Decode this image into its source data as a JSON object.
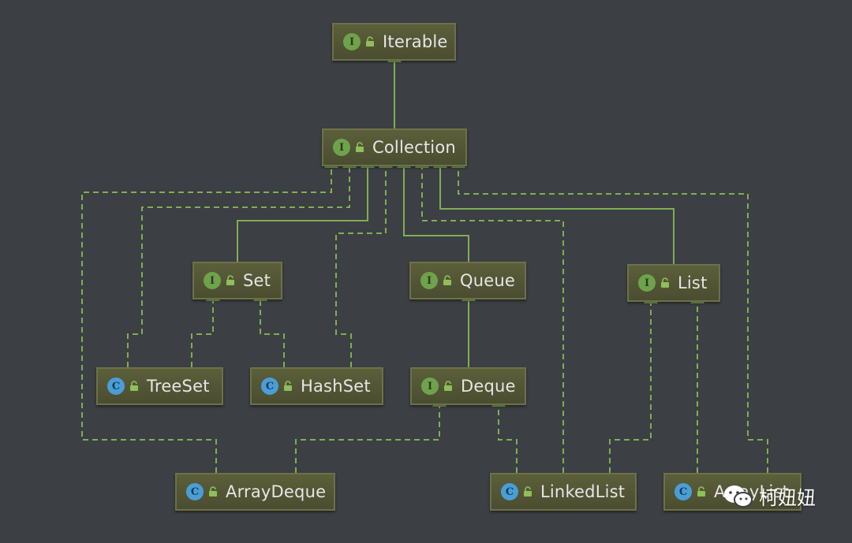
{
  "nodes": {
    "iterable": {
      "label": "Iterable",
      "badge": "I",
      "kind": "interface"
    },
    "collection": {
      "label": "Collection",
      "badge": "I",
      "kind": "interface"
    },
    "set": {
      "label": "Set",
      "badge": "I",
      "kind": "interface"
    },
    "queue": {
      "label": "Queue",
      "badge": "I",
      "kind": "interface"
    },
    "list": {
      "label": "List",
      "badge": "I",
      "kind": "interface"
    },
    "treeset": {
      "label": "TreeSet",
      "badge": "C",
      "kind": "class"
    },
    "hashset": {
      "label": "HashSet",
      "badge": "C",
      "kind": "class"
    },
    "deque": {
      "label": "Deque",
      "badge": "I",
      "kind": "interface"
    },
    "arraydeque": {
      "label": "ArrayDeque",
      "badge": "C",
      "kind": "class"
    },
    "linkedlist": {
      "label": "LinkedList",
      "badge": "C",
      "kind": "class"
    },
    "arraylist": {
      "label": "ArrayList",
      "badge": "C",
      "kind": "class"
    }
  },
  "edges": [
    {
      "from": "collection",
      "to": "iterable",
      "style": "extends"
    },
    {
      "from": "set",
      "to": "collection",
      "style": "extends"
    },
    {
      "from": "queue",
      "to": "collection",
      "style": "extends"
    },
    {
      "from": "list",
      "to": "collection",
      "style": "extends"
    },
    {
      "from": "deque",
      "to": "queue",
      "style": "extends"
    },
    {
      "from": "treeset",
      "to": "set",
      "style": "implements"
    },
    {
      "from": "hashset",
      "to": "set",
      "style": "implements"
    },
    {
      "from": "treeset",
      "to": "collection",
      "style": "implements"
    },
    {
      "from": "hashset",
      "to": "collection",
      "style": "implements"
    },
    {
      "from": "arraydeque",
      "to": "collection",
      "style": "implements"
    },
    {
      "from": "arraydeque",
      "to": "deque",
      "style": "implements"
    },
    {
      "from": "linkedlist",
      "to": "deque",
      "style": "implements"
    },
    {
      "from": "linkedlist",
      "to": "list",
      "style": "implements"
    },
    {
      "from": "linkedlist",
      "to": "collection",
      "style": "implements"
    },
    {
      "from": "arraylist",
      "to": "list",
      "style": "implements"
    },
    {
      "from": "arraylist",
      "to": "collection",
      "style": "implements"
    }
  ],
  "colors": {
    "background": "#3c3f43",
    "edge": "#7fae55",
    "interface_badge": "#6ea34b",
    "class_badge": "#4a9ed6",
    "node_fill": "#54573a",
    "text": "#e6e6e6"
  },
  "watermark": {
    "text": "柯妞妞",
    "icon": "wechat-icon"
  }
}
